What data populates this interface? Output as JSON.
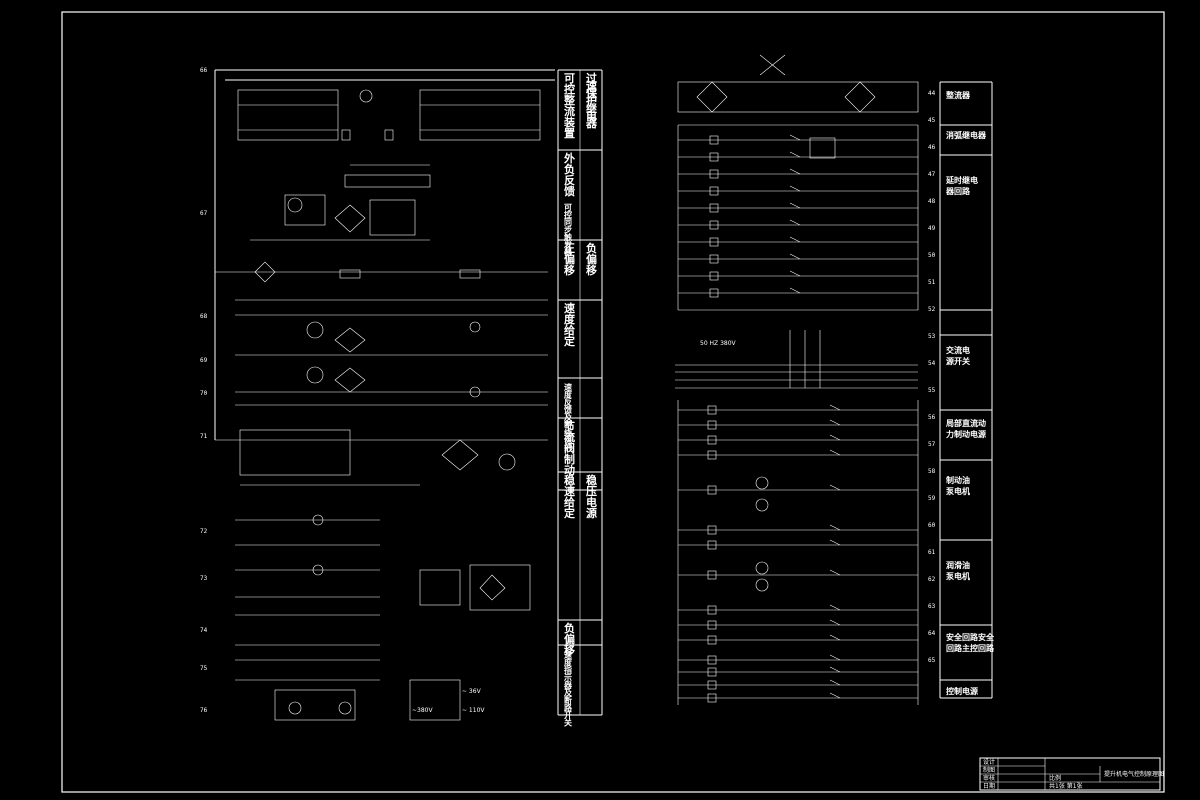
{
  "left_section_labels": [
    {
      "lines": [
        "可",
        "控",
        "整",
        "流",
        "装",
        "置"
      ],
      "lines2": [
        "过",
        "速",
        "保",
        "护",
        "继",
        "电",
        "器"
      ]
    },
    {
      "lines": [
        "外",
        "负",
        "反",
        "馈"
      ],
      "lines2": []
    },
    {
      "lines": [
        "可",
        "控",
        "同",
        "步",
        "触",
        "发",
        "器"
      ],
      "lines2": []
    },
    {
      "lines": [
        "正",
        "偏",
        "移"
      ],
      "lines2": [
        "负",
        "偏",
        "移"
      ]
    },
    {
      "lines": [
        "速",
        "度",
        "给",
        "定"
      ],
      "lines2": []
    },
    {
      "lines": [
        "速",
        "度",
        "反",
        "馈",
        "及",
        "断",
        "线",
        "保",
        "护"
      ],
      "lines2": []
    },
    {
      "lines": [
        "节",
        "流",
        "阀",
        "制",
        "动"
      ],
      "lines2": []
    },
    {
      "lines": [
        "稳",
        "速",
        "给",
        "定"
      ],
      "lines2": [
        "稳",
        "压",
        "电",
        "源"
      ]
    },
    {
      "lines": [
        "负",
        "偏",
        "移"
      ],
      "lines2": []
    },
    {
      "lines": [
        "速",
        "度",
        "指",
        "示",
        "器",
        "及",
        "断",
        "路",
        "开",
        "关"
      ],
      "lines2": []
    }
  ],
  "right_section_labels": [
    "整流器",
    "消弧继电器",
    "延时继电器回路",
    "交流电源开关",
    "局部直流动力制动电源",
    "制动油泵电机",
    "润滑油泵电机",
    "安全回路 安全回路 主控回路",
    "控制电源"
  ],
  "left_row_numbers": [
    "66",
    "67",
    "68",
    "69",
    "70",
    "71",
    "72",
    "73",
    "74",
    "75",
    "76"
  ],
  "right_row_numbers": [
    "44",
    "45",
    "46",
    "47",
    "48",
    "49",
    "50",
    "51",
    "52",
    "53",
    "54",
    "55",
    "56",
    "57",
    "58",
    "59",
    "60",
    "61",
    "62",
    "63",
    "64",
    "65"
  ],
  "supply_label": "50 HZ 380V",
  "transformer_labels": [
    "~ 36V",
    "~ 110V",
    "~380V"
  ],
  "title_block": {
    "rows": [
      "设计",
      "制图",
      "审核",
      "日期"
    ],
    "title": "提升机电气控制原理图",
    "scale": "比例",
    "sheet": "共1张 第1张"
  }
}
